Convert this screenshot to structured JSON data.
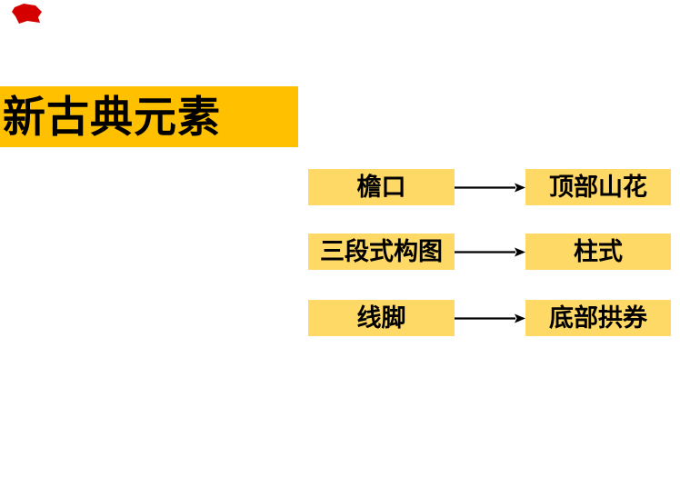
{
  "slide": {
    "background": "#ffffff"
  },
  "colors": {
    "slide_bg": "#ffffff",
    "banner_bg": "#FFC000",
    "box_bg": "#FFD966",
    "text": "#000000",
    "arrow": "#000000",
    "red_mark": "#D40000"
  },
  "title_banner": {
    "label": "新古典元素"
  },
  "flow": {
    "rows": [
      {
        "left": "檐口",
        "right": "顶部山花"
      },
      {
        "left": "三段式构图",
        "right": "柱式"
      },
      {
        "left": "线脚",
        "right": "底部拱券"
      }
    ]
  }
}
